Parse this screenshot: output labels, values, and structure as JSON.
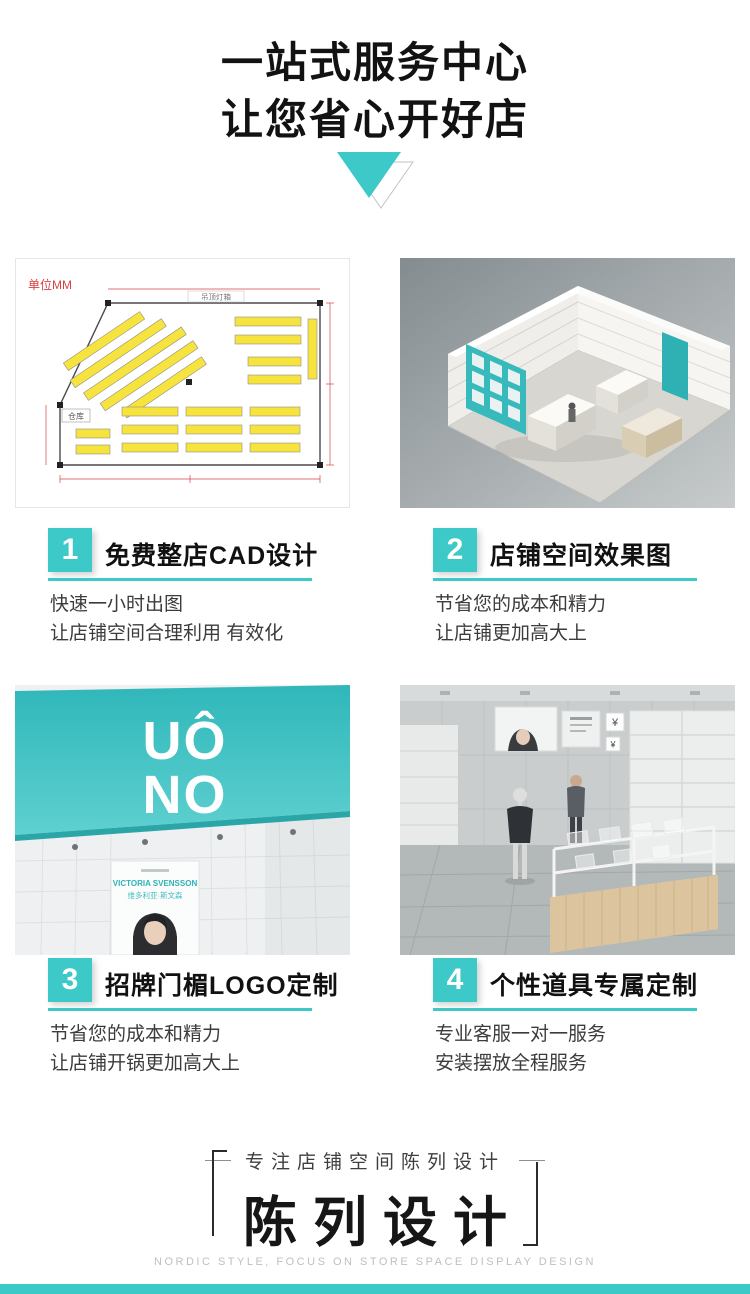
{
  "accent_color": "#3EC9C9",
  "header": {
    "title_line1": "一站式服务中心",
    "title_line2": "让您省心开好店"
  },
  "sections": [
    {
      "number": "1",
      "title": "免费整店CAD设计",
      "desc_line1": "快速一小时出图",
      "desc_line2": "让店铺空间合理利用 有效化"
    },
    {
      "number": "2",
      "title": "店铺空间效果图",
      "desc_line1": "节省您的成本和精力",
      "desc_line2": "让店铺更加高大上"
    },
    {
      "number": "3",
      "title": "招牌门楣LOGO定制",
      "desc_line1": "节省您的成本和精力",
      "desc_line2": "让店铺开锅更加高大上"
    },
    {
      "number": "4",
      "title": "个性道具专属定制",
      "desc_line1": "专业客服一对一服务",
      "desc_line2": "安装摆放全程服务"
    }
  ],
  "images": {
    "cad": {
      "unit_label": "单位MM",
      "warehouse_label": "仓库",
      "ceiling_label": "吊顶灯箱"
    },
    "logo": {
      "brand_line1": "UÔ",
      "brand_line2": "NO",
      "poster_title": "VICTORIA SVENSSON",
      "poster_subtitle": "维多利亚·斯文森"
    },
    "props": {
      "sign_symbol": "¥"
    }
  },
  "footer": {
    "subtitle": "专注店铺空间陈列设计",
    "title": "陈列设计",
    "english": "NORDIC STYLE, FOCUS ON STORE SPACE DISPLAY DESIGN"
  }
}
